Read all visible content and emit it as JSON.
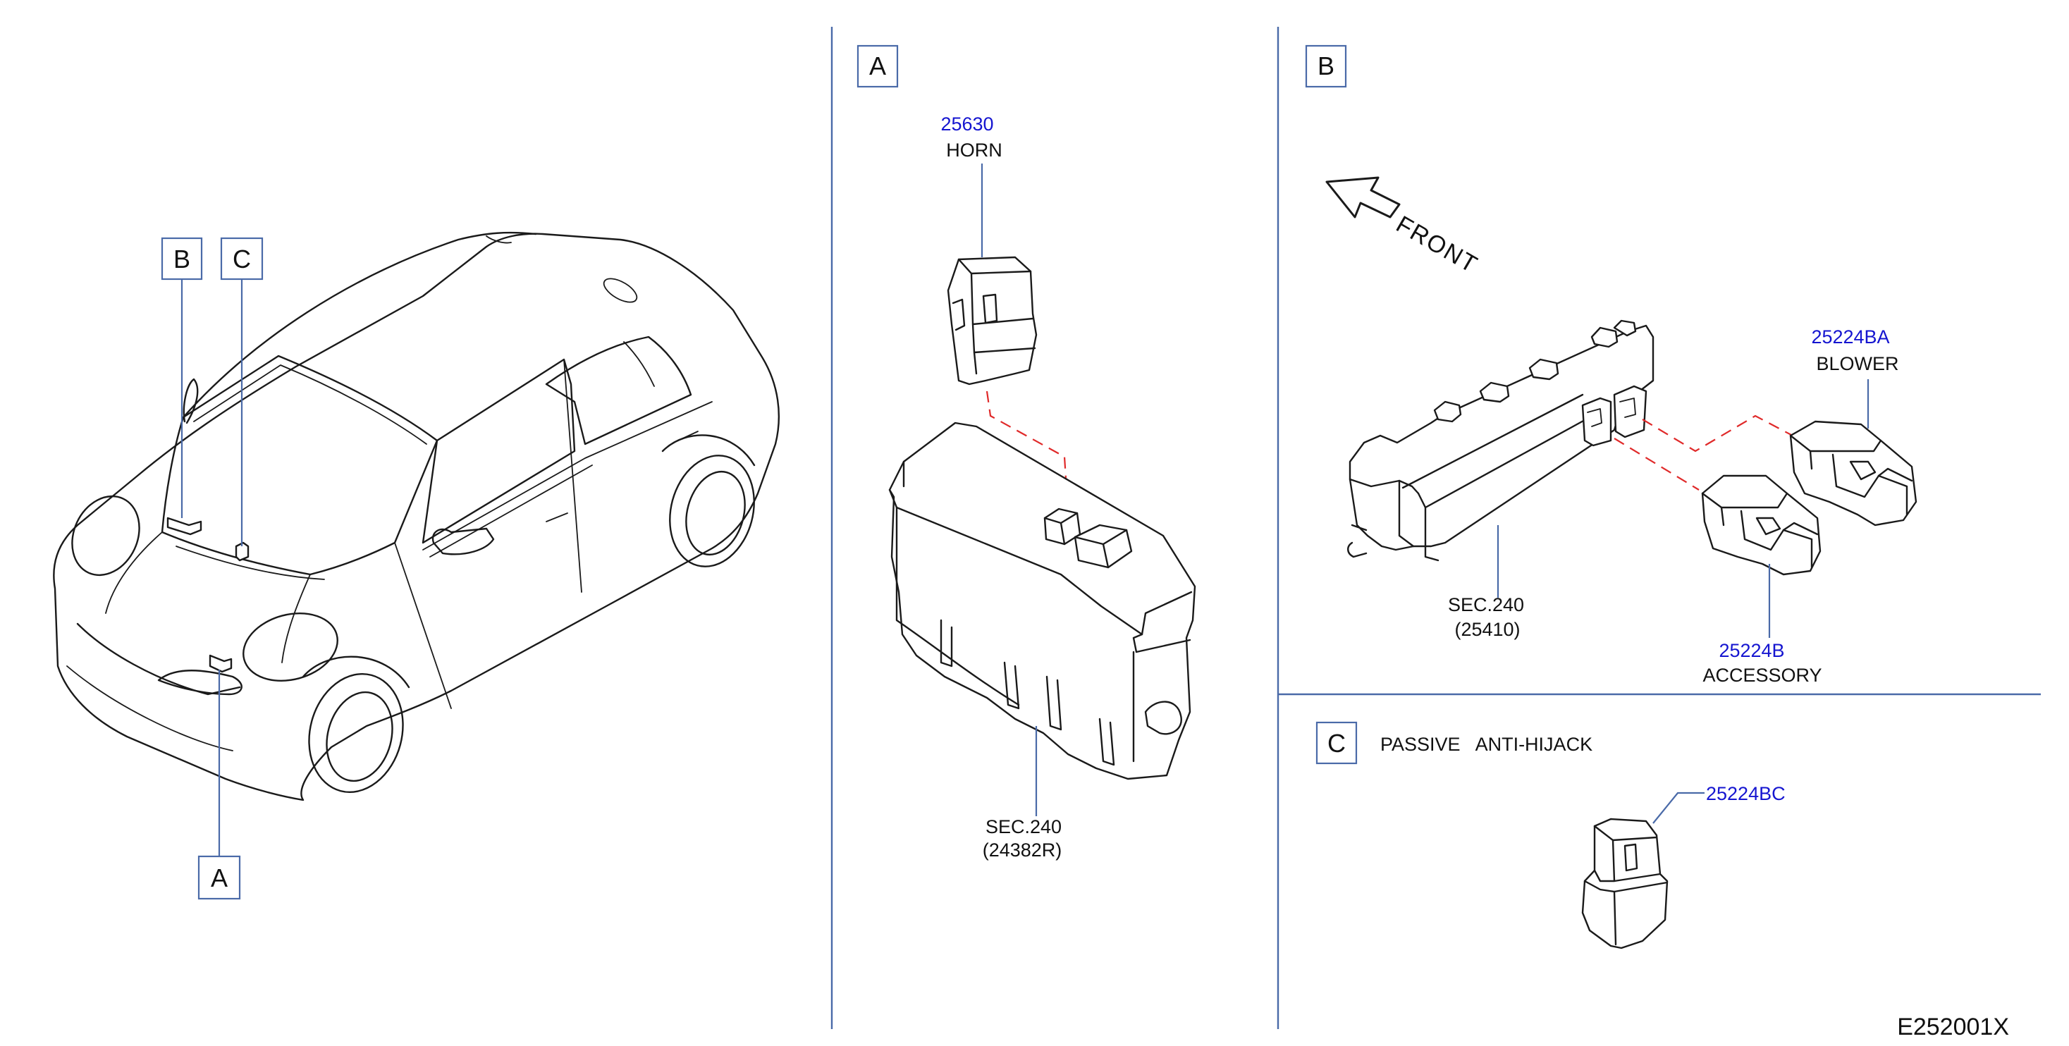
{
  "callouts": {
    "a": "A",
    "b": "B",
    "c": "C"
  },
  "section_a": {
    "horn_part_number": "25630",
    "horn_name": "HORN",
    "fuse_box_ref": "SEC.240",
    "fuse_box_number": "(24382R)"
  },
  "section_b": {
    "front_label": "FRONT",
    "blower_part_number": "25224BA",
    "blower_name": "BLOWER",
    "accessory_part_number": "25224B",
    "accessory_name": "ACCESSORY",
    "fuse_box_ref": "SEC.240",
    "fuse_box_number": "(25410)"
  },
  "section_c": {
    "title": "PASSIVE   ANTI-HIJACK",
    "part_number": "25224BC"
  },
  "diagram_code": "E252001X"
}
